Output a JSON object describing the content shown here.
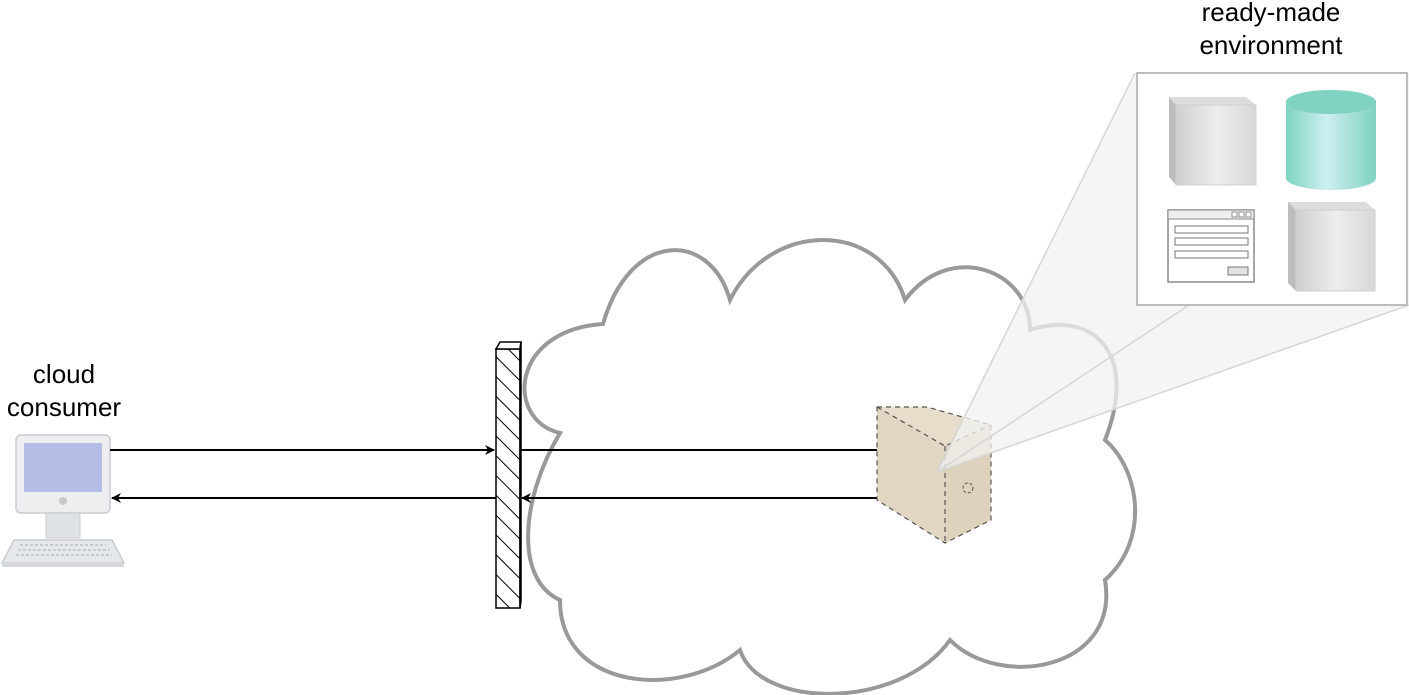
{
  "labels": {
    "consumer_line1": "cloud",
    "consumer_line2": "consumer",
    "environment_line1": "ready-made",
    "environment_line2": "environment"
  },
  "colors": {
    "cloud_stroke": "#999999",
    "server_fill": "#e0d6c2",
    "database_fill": "#8fd9c8",
    "monitor_screen": "#b3bde6",
    "callout_beam": "#f2f2f2",
    "arrow": "#000000"
  },
  "icons": [
    "computer-icon",
    "firewall-icon",
    "cloud-shape",
    "physical-server-icon",
    "virtual-server-icon",
    "database-icon",
    "application-window-icon"
  ]
}
